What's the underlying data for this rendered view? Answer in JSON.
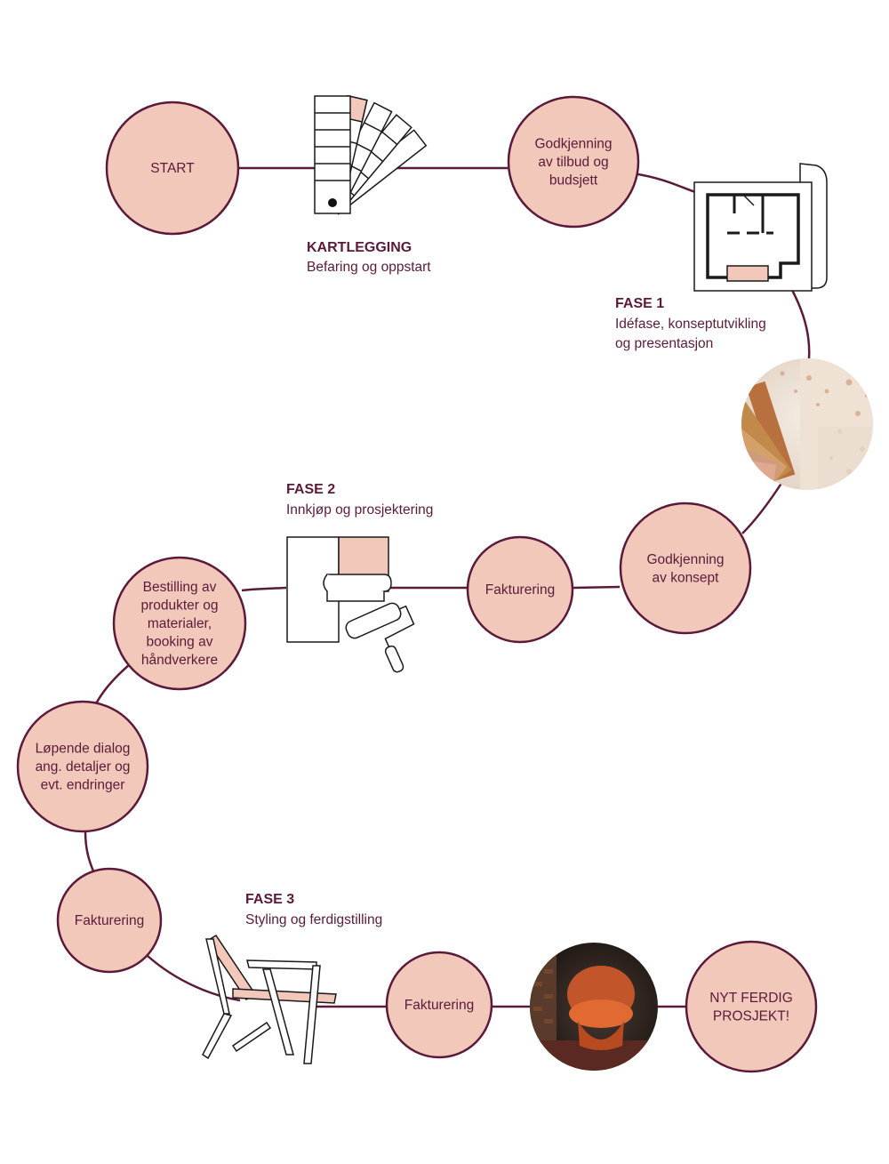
{
  "colors": {
    "line": "#5b1a3a",
    "circle_fill": "#f2c8bb",
    "text": "#5b1a3a",
    "accent": "#f2c8bb"
  },
  "nodes": {
    "start": [
      "START"
    ],
    "godkjenning_tilbud": [
      "Godkjenning",
      "av tilbud og",
      "budsjett"
    ],
    "godkjenning_konsept": [
      "Godkjenning",
      "av konsept"
    ],
    "fakturering_1": [
      "Fakturering"
    ],
    "bestilling": [
      "Bestilling av",
      "produkter og",
      "materialer,",
      "booking av",
      "håndverkere"
    ],
    "lopende_dialog": [
      "Løpende dialog",
      "ang. detaljer og",
      "evt. endringer"
    ],
    "fakturering_2": [
      "Fakturering"
    ],
    "fakturering_3": [
      "Fakturering"
    ],
    "nytt_prosjekt": [
      "NYT FERDIG",
      "PROSJEKT!"
    ]
  },
  "phases": {
    "kartlegging": {
      "title": "KARTLEGGING",
      "subtitle": [
        "Befaring og oppstart"
      ]
    },
    "fase1": {
      "title": "FASE 1",
      "subtitle": [
        "Idéfase, konseptutvikling",
        "og presentasjon"
      ]
    },
    "fase2": {
      "title": "FASE 2",
      "subtitle": [
        "Innkjøp og prosjektering"
      ]
    },
    "fase3": {
      "title": "FASE 3",
      "subtitle": [
        "Styling og ferdigstilling"
      ]
    }
  },
  "icons": {
    "kartlegging": "color-swatch-fan-icon",
    "fase1": "floor-plan-icon",
    "fase2": "wallpaper-roller-icon",
    "fase3": "lounge-chair-icon",
    "photo1": "material-samples-photo",
    "photo2": "orange-armchair-photo"
  }
}
